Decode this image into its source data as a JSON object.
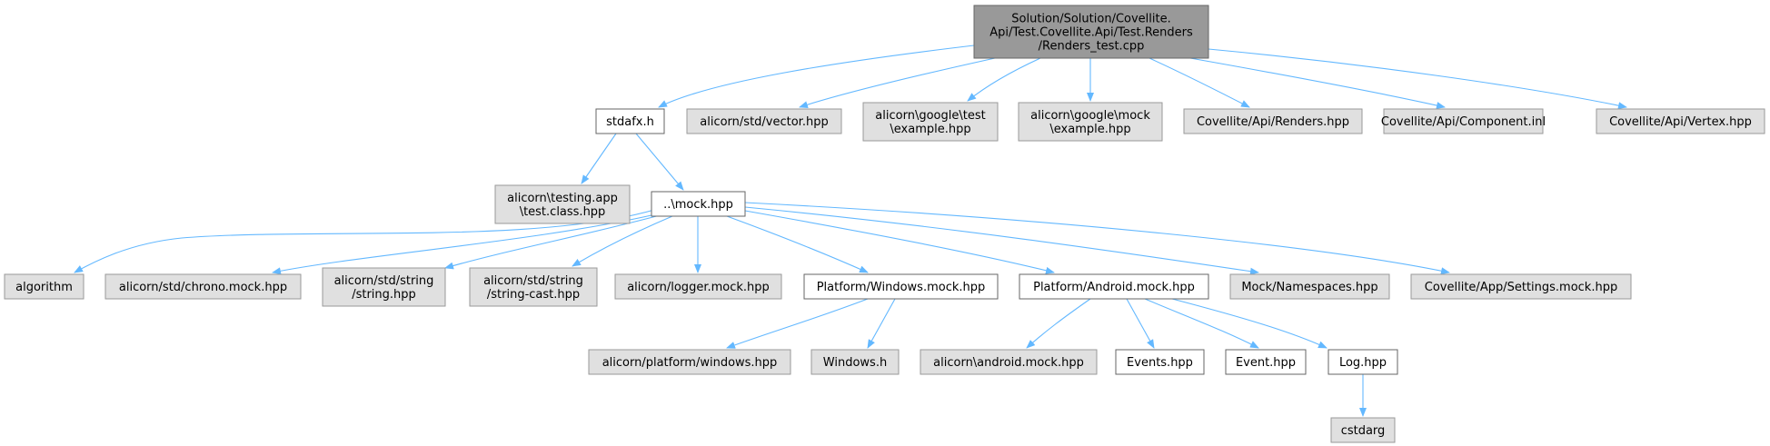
{
  "colors": {
    "root_fill": "#999999",
    "root_stroke": "#666666",
    "external_fill": "#e0e0e0",
    "external_stroke": "#999999",
    "local_fill": "#ffffff",
    "local_stroke": "#666666",
    "edge": "#63b8ff"
  },
  "nodes": [
    {
      "id": "root",
      "kind": "root",
      "lines": [
        "Solution/Solution/Covellite.",
        "Api/Test.Covellite.Api/Test.Renders",
        "/Renders_test.cpp"
      ]
    },
    {
      "id": "stdafx",
      "kind": "local",
      "lines": [
        "stdafx.h"
      ]
    },
    {
      "id": "vector",
      "kind": "external",
      "lines": [
        "alicorn/std/vector.hpp"
      ]
    },
    {
      "id": "gtest",
      "kind": "external",
      "lines": [
        "alicorn\\google\\test",
        "\\example.hpp"
      ]
    },
    {
      "id": "gmock",
      "kind": "external",
      "lines": [
        "alicorn\\google\\mock",
        "\\example.hpp"
      ]
    },
    {
      "id": "renders",
      "kind": "external",
      "lines": [
        "Covellite/Api/Renders.hpp"
      ]
    },
    {
      "id": "component",
      "kind": "external",
      "lines": [
        "Covellite/Api/Component.inl"
      ]
    },
    {
      "id": "vertex",
      "kind": "external",
      "lines": [
        "Covellite/Api/Vertex.hpp"
      ]
    },
    {
      "id": "testclass",
      "kind": "external",
      "lines": [
        "alicorn\\testing.app",
        "\\test.class.hpp"
      ]
    },
    {
      "id": "mock",
      "kind": "local",
      "lines": [
        "..\\mock.hpp"
      ]
    },
    {
      "id": "algorithm",
      "kind": "external",
      "lines": [
        "algorithm"
      ]
    },
    {
      "id": "chrono",
      "kind": "external",
      "lines": [
        "alicorn/std/chrono.mock.hpp"
      ]
    },
    {
      "id": "string",
      "kind": "external",
      "lines": [
        "alicorn/std/string",
        "/string.hpp"
      ]
    },
    {
      "id": "stringcast",
      "kind": "external",
      "lines": [
        "alicorn/std/string",
        "/string-cast.hpp"
      ]
    },
    {
      "id": "logger",
      "kind": "external",
      "lines": [
        "alicorn/logger.mock.hpp"
      ]
    },
    {
      "id": "winmock",
      "kind": "local",
      "lines": [
        "Platform/Windows.mock.hpp"
      ]
    },
    {
      "id": "andmock",
      "kind": "local",
      "lines": [
        "Platform/Android.mock.hpp"
      ]
    },
    {
      "id": "namespaces",
      "kind": "external",
      "lines": [
        "Mock/Namespaces.hpp"
      ]
    },
    {
      "id": "settings",
      "kind": "external",
      "lines": [
        "Covellite/App/Settings.mock.hpp"
      ]
    },
    {
      "id": "platwin",
      "kind": "external",
      "lines": [
        "alicorn/platform/windows.hpp"
      ]
    },
    {
      "id": "windowsh",
      "kind": "external",
      "lines": [
        "Windows.h"
      ]
    },
    {
      "id": "andhpp",
      "kind": "external",
      "lines": [
        "alicorn\\android.mock.hpp"
      ]
    },
    {
      "id": "events",
      "kind": "local",
      "lines": [
        "Events.hpp"
      ]
    },
    {
      "id": "event",
      "kind": "local",
      "lines": [
        "Event.hpp"
      ]
    },
    {
      "id": "log",
      "kind": "local",
      "lines": [
        "Log.hpp"
      ]
    },
    {
      "id": "cstdarg",
      "kind": "external",
      "lines": [
        "cstdarg"
      ]
    }
  ],
  "edges": [
    {
      "from": "root",
      "to": "stdafx"
    },
    {
      "from": "root",
      "to": "vector"
    },
    {
      "from": "root",
      "to": "gtest"
    },
    {
      "from": "root",
      "to": "gmock"
    },
    {
      "from": "root",
      "to": "renders"
    },
    {
      "from": "root",
      "to": "component"
    },
    {
      "from": "root",
      "to": "vertex"
    },
    {
      "from": "stdafx",
      "to": "testclass"
    },
    {
      "from": "stdafx",
      "to": "mock"
    },
    {
      "from": "mock",
      "to": "algorithm"
    },
    {
      "from": "mock",
      "to": "chrono"
    },
    {
      "from": "mock",
      "to": "string"
    },
    {
      "from": "mock",
      "to": "stringcast"
    },
    {
      "from": "mock",
      "to": "logger"
    },
    {
      "from": "mock",
      "to": "winmock"
    },
    {
      "from": "mock",
      "to": "andmock"
    },
    {
      "from": "mock",
      "to": "namespaces"
    },
    {
      "from": "mock",
      "to": "settings"
    },
    {
      "from": "winmock",
      "to": "platwin"
    },
    {
      "from": "winmock",
      "to": "windowsh"
    },
    {
      "from": "andmock",
      "to": "andhpp"
    },
    {
      "from": "andmock",
      "to": "events"
    },
    {
      "from": "andmock",
      "to": "event"
    },
    {
      "from": "andmock",
      "to": "log"
    },
    {
      "from": "log",
      "to": "cstdarg"
    }
  ]
}
